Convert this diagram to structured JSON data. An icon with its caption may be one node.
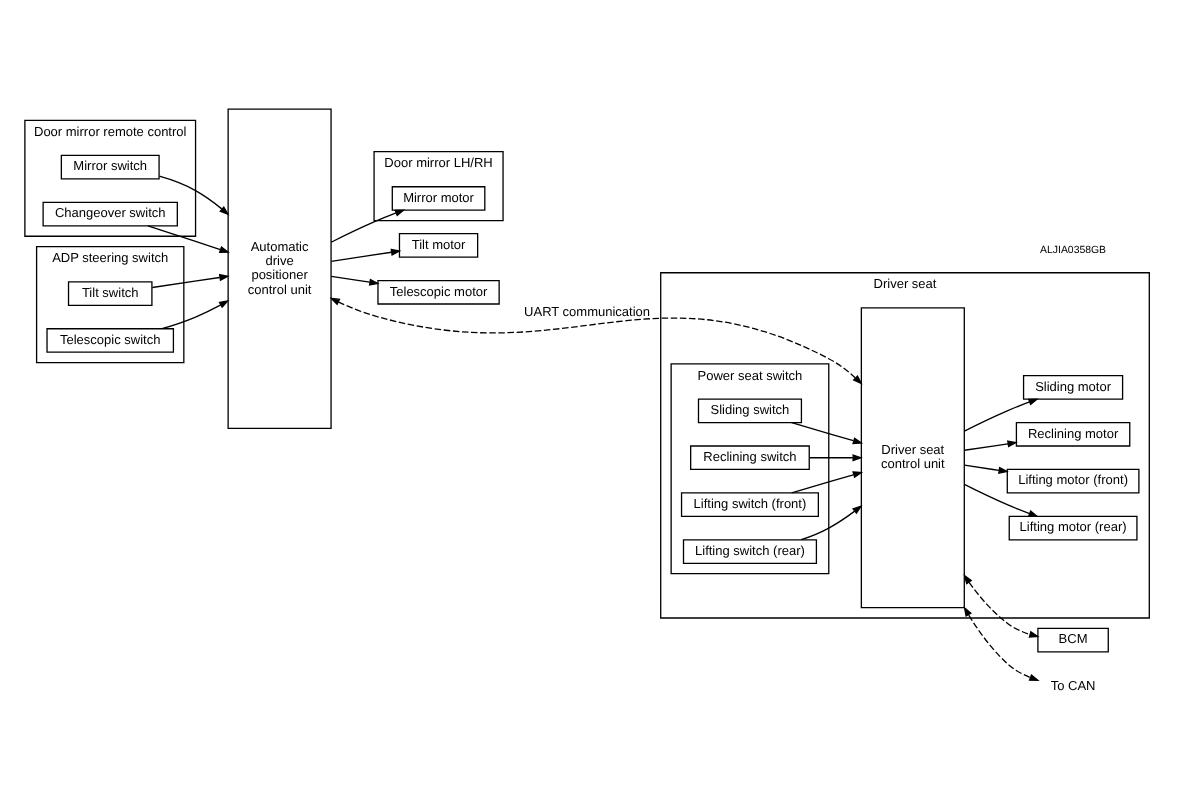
{
  "diagram": {
    "nodes": [
      {
        "text": [
          "Door mirror remote control"
        ]
      },
      {
        "text": [
          "Mirror switch"
        ],
        "in": 0
      },
      {
        "text": [
          "Changeover switch"
        ],
        "in": 0
      },
      {
        "text": [
          "ADP steering switch"
        ]
      },
      {
        "text": [
          "Tilt switch"
        ],
        "in": 3
      },
      {
        "text": [
          "Telescopic switch"
        ],
        "in": 3
      },
      {
        "text": [
          "Automatic drive positioner control unit"
        ]
      },
      {
        "text": [
          "Door mirror LH/RH"
        ]
      },
      {
        "text": [
          "Mirror motor"
        ],
        "in": 7
      },
      {
        "text": [
          "Tilt motor"
        ]
      },
      {
        "text": [
          "Telescopic motor"
        ]
      },
      {
        "text": [
          "Driver seat"
        ]
      },
      {
        "text": [
          "Power seat switch"
        ],
        "in": 11
      },
      {
        "text": [
          "Sliding switch"
        ],
        "in": 12
      },
      {
        "text": [
          "Reclining switch"
        ],
        "in": 12
      },
      {
        "text": [
          "Lifting switch (front)"
        ],
        "in": 12
      },
      {
        "text": [
          "Lifting switch (rear)"
        ],
        "in": 12
      },
      {
        "text": [
          "Driver seat control unit"
        ],
        "in": 11
      },
      {
        "text": [
          "Sliding motor"
        ],
        "in": 11
      },
      {
        "text": [
          "Reclining motor"
        ],
        "in": 11
      },
      {
        "text": [
          "Lifting motor (front)"
        ],
        "in": 11
      },
      {
        "text": [
          "Lifting motor (rear)"
        ],
        "in": 11
      },
      {
        "text": [
          "BCM"
        ]
      },
      {
        "text": [
          "To CAN"
        ]
      }
    ],
    "edges": [
      {
        "from": 1,
        "to": 6,
        "arrow": "to"
      },
      {
        "from": 2,
        "to": 6,
        "arrow": "to"
      },
      {
        "from": 6,
        "to": 8,
        "arrow": "to"
      },
      {
        "from": 4,
        "to": 6,
        "arrow": "to"
      },
      {
        "from": 5,
        "to": 6,
        "arrow": "to"
      },
      {
        "from": 6,
        "to": 9,
        "arrow": "to"
      },
      {
        "from": 6,
        "to": 10,
        "arrow": "to"
      },
      {
        "from": 6,
        "to": 17,
        "arrow": "both",
        "label": "UART communication",
        "style": "dashed"
      },
      {
        "from": 13,
        "to": 17,
        "arrow": "to"
      },
      {
        "from": 14,
        "to": 17,
        "arrow": "to"
      },
      {
        "from": 15,
        "to": 17,
        "arrow": "to"
      },
      {
        "from": 16,
        "to": 17,
        "arrow": "to"
      },
      {
        "from": 17,
        "to": 18,
        "arrow": "to"
      },
      {
        "from": 17,
        "to": 19,
        "arrow": "to"
      },
      {
        "from": 17,
        "to": 20,
        "arrow": "to"
      },
      {
        "from": 17,
        "to": 21,
        "arrow": "to"
      },
      {
        "from": 17,
        "to": 22,
        "arrow": "both",
        "style": "dashed"
      },
      {
        "from": 17,
        "to": 23,
        "arrow": "both",
        "style": "dashed"
      }
    ],
    "labels": [
      "ALJIA0358GB"
    ]
  }
}
